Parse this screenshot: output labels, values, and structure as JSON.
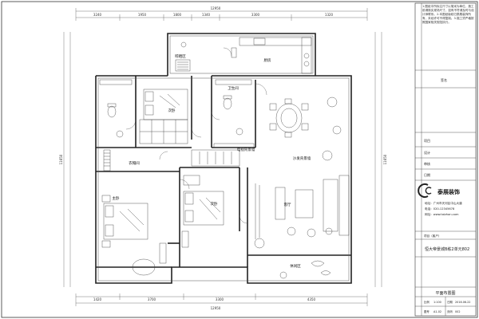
{
  "plan": {
    "rooms": {
      "yard": "晾晒区",
      "kitchen": "厨房",
      "bedroom2": "次卧",
      "bathroom": "卫生间",
      "cloakroom": "衣帽间",
      "master": "主卧",
      "bedroom3": "次卧",
      "dining": "",
      "living": "客厅",
      "balcony": "休闲区",
      "tv": "电视背景墙",
      "sofa_wall": "沙发背景墙"
    },
    "dims": {
      "top_total": "12950",
      "bottom_total": "12950",
      "left_total": "11650",
      "right_total": "11650",
      "top_segments": [
        "3240",
        "1950",
        "1800",
        "1340",
        "3300",
        "1320"
      ],
      "bottom_segments": [
        "1420",
        "3700",
        "3300",
        "4350"
      ]
    }
  },
  "title_block": {
    "notes": "1.图纸中所标注尺寸以毫米为单位，施工前请核实现场尺寸，如有不符请及时与设计师联系。2.本图纸版权归泰展装饰所有，未经许可不得复制。3.施工须严格按照国家相关规范执行。",
    "rows": [
      {
        "label": "项目",
        "value": ""
      },
      {
        "label": "设计",
        "value": ""
      },
      {
        "label": "审核",
        "value": ""
      },
      {
        "label": "日期",
        "value": ""
      }
    ],
    "sign_label": "签名",
    "company_name": "泰展装饰",
    "company_info": [
      "地址：广州市天河区中山大道",
      "电话：020-12345678",
      "网址：www.taizhan.com"
    ],
    "project_label": "项目（客户）",
    "project_name": "恒大帝景城B栋2单元802",
    "drawing_title": "平面布置图",
    "scale_label": "比例",
    "scale": "1:100",
    "date_label": "日期",
    "date": "2016.06.22",
    "sheet_label": "图号",
    "sheet": "A1-02",
    "page_label": "页码",
    "page": "002"
  }
}
